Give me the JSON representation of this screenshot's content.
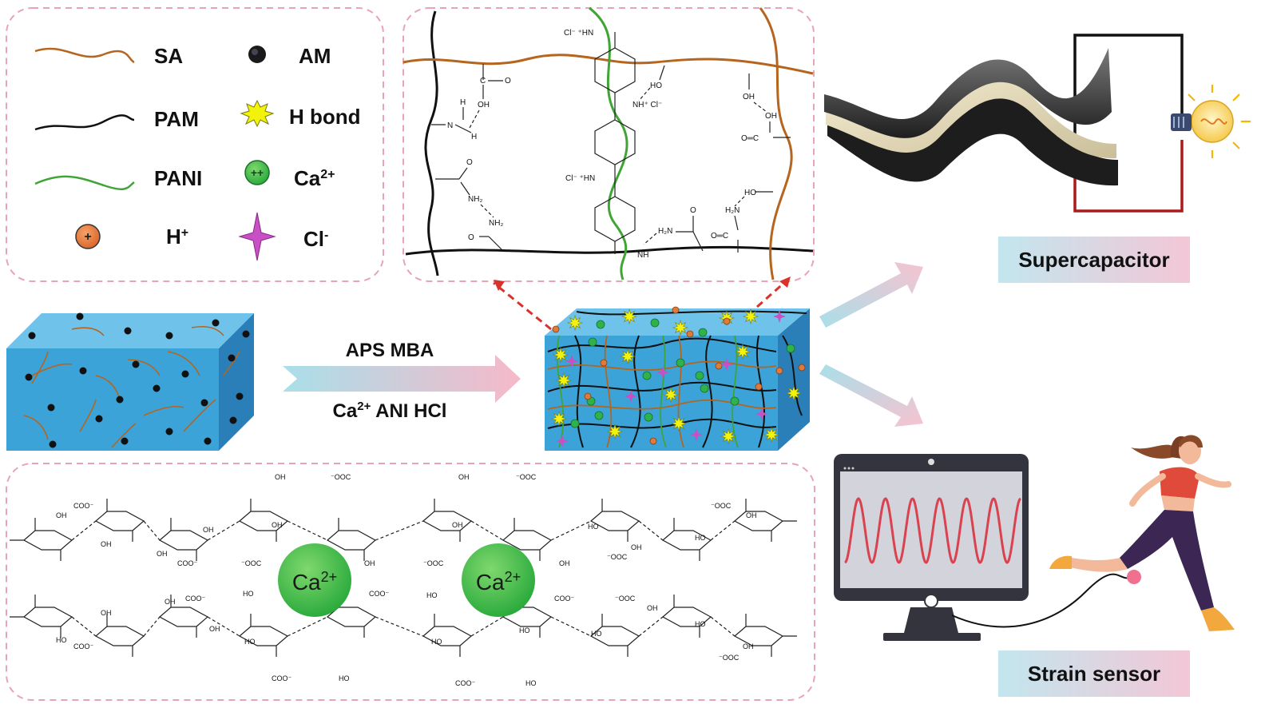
{
  "legend": {
    "items": [
      {
        "label": "SA",
        "color": "#b5651d"
      },
      {
        "label": "PAM",
        "color": "#111111"
      },
      {
        "label": "PANI",
        "color": "#3fa535"
      },
      {
        "label": "H",
        "sup": "+",
        "color": "#e07a3a"
      },
      {
        "label": "AM",
        "color": "#111111"
      },
      {
        "label": "H bond",
        "color": "#f2f20a"
      },
      {
        "label": "Ca",
        "sup": "2+",
        "color": "#2db34a"
      },
      {
        "label": "Cl",
        "sup": "-",
        "color": "#c94fc4"
      }
    ],
    "glyphs": {
      "h_plus": "+",
      "ca_2plus": "++"
    }
  },
  "reaction": {
    "top_label": "APS MBA",
    "bottom_parts": [
      "Ca",
      "2+",
      " ANI HCl"
    ]
  },
  "chemistry": {
    "cl_nh": [
      "Cl⁻ ⁺HN",
      "NH⁺ Cl⁻",
      "Cl⁻ ⁺HN"
    ],
    "groups": {
      "o": "O",
      "oh": "OH",
      "ho": "HO",
      "h": "H",
      "n": "N",
      "nh": "NH",
      "nh2": "NH₂",
      "h2n": "H₂N",
      "c": "C",
      "coo": "COO⁻",
      "ooc": "⁻OOC",
      "o_eq_c": "O═C",
      "c_eq_o": "O"
    }
  },
  "calcium": {
    "ion": "Ca",
    "charge": "2+"
  },
  "applications": {
    "supercapacitor": "Supercapacitor",
    "strain_sensor": "Strain sensor"
  },
  "colors": {
    "gel_blue": "#3ba3d8",
    "sa_brown": "#b5651d",
    "pani_green": "#3fa535",
    "dash_pink": "#e8a4b4",
    "arrow_red": "#d9322c",
    "monitor": "#3a3a4a",
    "signal": "#d9434f"
  }
}
